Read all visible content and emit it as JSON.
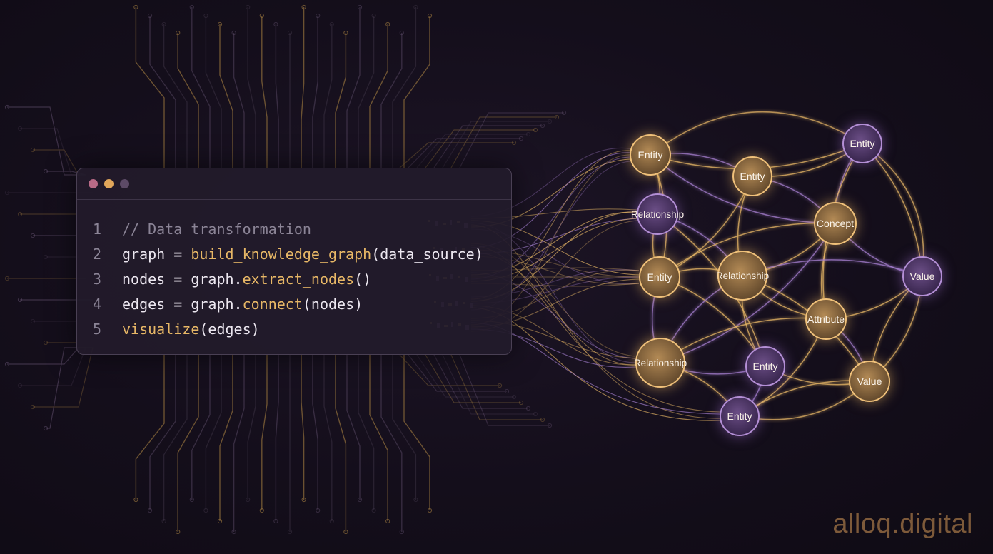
{
  "window_controls": [
    {
      "name": "close",
      "color": "#b86a86"
    },
    {
      "name": "minimize",
      "color": "#e0a65a"
    },
    {
      "name": "maximize",
      "color": "#5c4a66"
    }
  ],
  "code_lines": [
    {
      "num": "1",
      "tokens": [
        {
          "text": "// Data transformation",
          "kind": "comment"
        }
      ]
    },
    {
      "num": "2",
      "tokens": [
        {
          "text": "graph = ",
          "kind": "plain"
        },
        {
          "text": "build_knowledge_graph",
          "kind": "fn"
        },
        {
          "text": "(data_source)",
          "kind": "plain"
        }
      ]
    },
    {
      "num": "3",
      "tokens": [
        {
          "text": "nodes = graph.",
          "kind": "plain"
        },
        {
          "text": "extract_nodes",
          "kind": "fn"
        },
        {
          "text": "()",
          "kind": "plain"
        }
      ]
    },
    {
      "num": "4",
      "tokens": [
        {
          "text": "edges = graph.",
          "kind": "plain"
        },
        {
          "text": "connect",
          "kind": "fn"
        },
        {
          "text": "(nodes)",
          "kind": "plain"
        }
      ]
    },
    {
      "num": "5",
      "tokens": [
        {
          "text": "visualize",
          "kind": "fn"
        },
        {
          "text": "(edges)",
          "kind": "plain"
        }
      ]
    }
  ],
  "graph": {
    "nodes": [
      {
        "id": "n1",
        "label": "Entity",
        "tone": "gold"
      },
      {
        "id": "n2",
        "label": "Entity",
        "tone": "gold"
      },
      {
        "id": "n3",
        "label": "Entity",
        "tone": "purple"
      },
      {
        "id": "n4",
        "label": "Relationship",
        "tone": "purple"
      },
      {
        "id": "n5",
        "label": "Concept",
        "tone": "gold"
      },
      {
        "id": "n6",
        "label": "Entity",
        "tone": "gold"
      },
      {
        "id": "n7",
        "label": "Relationship",
        "tone": "gold"
      },
      {
        "id": "n8",
        "label": "Value",
        "tone": "purple"
      },
      {
        "id": "n9",
        "label": "Attribute",
        "tone": "gold"
      },
      {
        "id": "n10",
        "label": "Relationship",
        "tone": "gold"
      },
      {
        "id": "n11",
        "label": "Entity",
        "tone": "purple"
      },
      {
        "id": "n12",
        "label": "Value",
        "tone": "gold"
      },
      {
        "id": "n13",
        "label": "Entity",
        "tone": "purple"
      }
    ],
    "edges": [
      [
        "n1",
        "n2"
      ],
      [
        "n1",
        "n3"
      ],
      [
        "n1",
        "n4"
      ],
      [
        "n1",
        "n5"
      ],
      [
        "n1",
        "n6"
      ],
      [
        "n2",
        "n3"
      ],
      [
        "n2",
        "n5"
      ],
      [
        "n2",
        "n7"
      ],
      [
        "n2",
        "n6"
      ],
      [
        "n3",
        "n5"
      ],
      [
        "n3",
        "n8"
      ],
      [
        "n3",
        "n9"
      ],
      [
        "n4",
        "n7"
      ],
      [
        "n4",
        "n6"
      ],
      [
        "n4",
        "n11"
      ],
      [
        "n5",
        "n8"
      ],
      [
        "n5",
        "n7"
      ],
      [
        "n5",
        "n9"
      ],
      [
        "n5",
        "n10"
      ],
      [
        "n5",
        "n6"
      ],
      [
        "n6",
        "n7"
      ],
      [
        "n6",
        "n10"
      ],
      [
        "n6",
        "n11"
      ],
      [
        "n7",
        "n9"
      ],
      [
        "n7",
        "n8"
      ],
      [
        "n7",
        "n11"
      ],
      [
        "n7",
        "n12"
      ],
      [
        "n7",
        "n10"
      ],
      [
        "n8",
        "n9"
      ],
      [
        "n8",
        "n12"
      ],
      [
        "n9",
        "n12"
      ],
      [
        "n9",
        "n10"
      ],
      [
        "n9",
        "n13"
      ],
      [
        "n10",
        "n11"
      ],
      [
        "n10",
        "n13"
      ],
      [
        "n11",
        "n12"
      ],
      [
        "n11",
        "n13"
      ],
      [
        "n12",
        "n13"
      ]
    ],
    "colors": {
      "gold": "#e7b766",
      "purple": "#a57fcf"
    }
  },
  "watermark": "alloq.digital"
}
